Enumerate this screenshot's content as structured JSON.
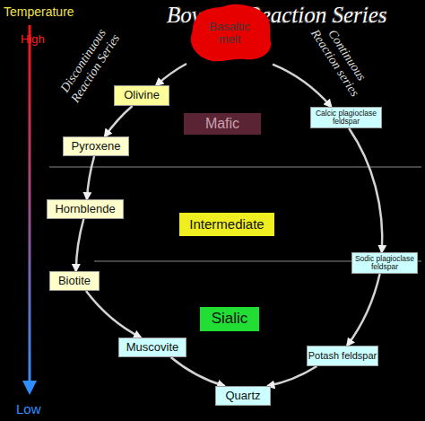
{
  "diagram": {
    "title": "Bowen's Reaction Series",
    "nodes": [
      {
        "text": [
          "Basaltic melt"
        ]
      },
      {
        "text": [
          "Olivine"
        ]
      },
      {
        "text": [
          "Mafic"
        ]
      },
      {
        "text": [
          "Calcic plagioclase feldspar"
        ]
      },
      {
        "text": [
          "Pyroxene"
        ]
      },
      {
        "text": [
          "Hornblende"
        ]
      },
      {
        "text": [
          "Intermediate"
        ]
      },
      {
        "text": [
          "Biotite"
        ]
      },
      {
        "text": [
          "Sodic plagioclase feldspar"
        ]
      },
      {
        "text": [
          "Sialic"
        ]
      },
      {
        "text": [
          "Muscovite"
        ]
      },
      {
        "text": [
          "Potash feldspar"
        ]
      },
      {
        "text": [
          "Quartz"
        ]
      }
    ],
    "edges": [
      {
        "from": 0,
        "to": 1,
        "arrow": "to"
      },
      {
        "from": 1,
        "to": 4,
        "arrow": "to"
      },
      {
        "from": 4,
        "to": 5,
        "arrow": "to"
      },
      {
        "from": 5,
        "to": 7,
        "arrow": "to"
      },
      {
        "from": 7,
        "to": 10,
        "arrow": "to"
      },
      {
        "from": 10,
        "to": 12,
        "arrow": "to"
      },
      {
        "from": 0,
        "to": 3,
        "arrow": "to"
      },
      {
        "from": 3,
        "to": 8,
        "arrow": "to"
      },
      {
        "from": 8,
        "to": 11,
        "arrow": "to"
      },
      {
        "from": 11,
        "to": 12,
        "arrow": "to"
      }
    ],
    "labels": [
      "Temperature",
      "High",
      "Low",
      "Discontinuous Reaction Series",
      "Continuous Reaction series"
    ]
  }
}
